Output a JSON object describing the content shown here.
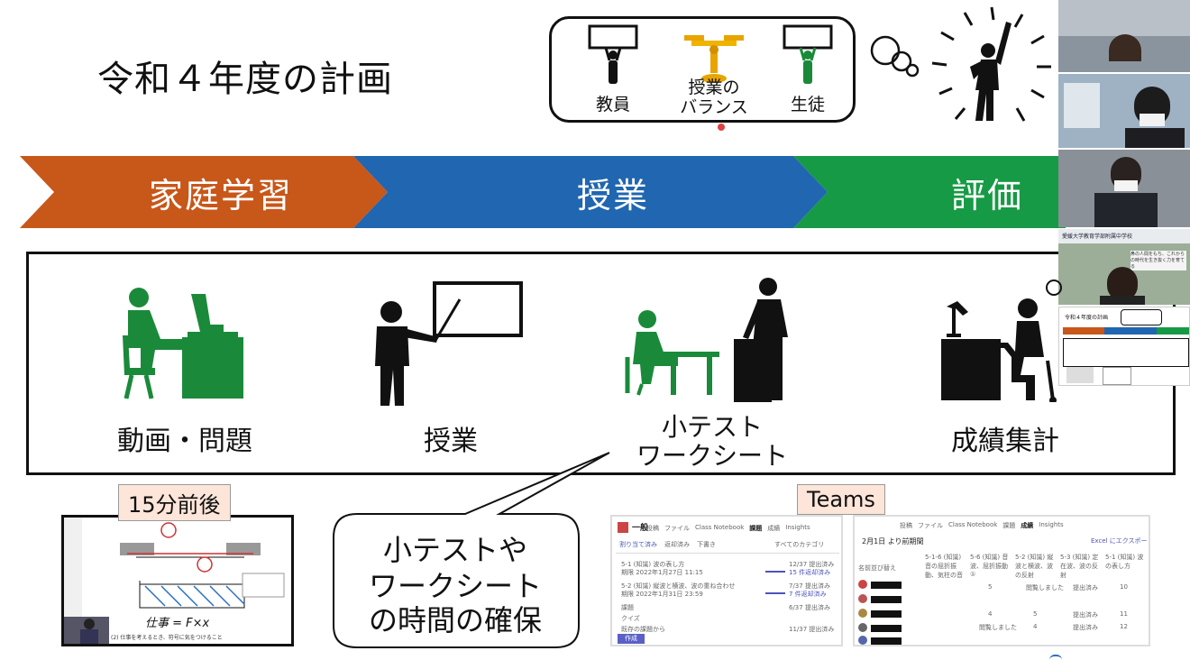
{
  "slide": {
    "title": "令和４年度の計画",
    "balance": {
      "teacher_label": "教員",
      "balance_label_line1": "授業の",
      "balance_label_line2": "バランス",
      "student_label": "生徒"
    },
    "phases": [
      {
        "label": "家庭学習",
        "color": "#c8571a"
      },
      {
        "label": "授業",
        "color": "#2066b0"
      },
      {
        "label": "評価",
        "color": "#179a45"
      }
    ],
    "activities": {
      "video": "動画・問題",
      "lesson": "授業",
      "test_line1": "小テスト",
      "test_line2": "ワークシート",
      "grades": "成績集計"
    },
    "tags": {
      "minutes": "15分前後",
      "teams": "Teams"
    },
    "callout": {
      "line1": "小テストや",
      "line2": "ワークシート",
      "line3": "の時間の確保"
    },
    "worksheet": {
      "equation": "仕事 = F×x",
      "caption": "(2) 仕事を考えるとき、符号に気をつけること"
    },
    "teams_left": {
      "channel": "一般",
      "tabs": [
        "投稿",
        "ファイル",
        "Class Notebook",
        "課題",
        "成績",
        "Insights"
      ],
      "subtabs": [
        "割り当て済み",
        "返却済み",
        "下書き"
      ],
      "filter": "すべてのカテゴリ",
      "rows": [
        {
          "title": "5-1 (知識) 波の表し方",
          "date": "期限 2022年1月27日 11:15",
          "count": "12/37 提出済み",
          "status": "15 件返却済み"
        },
        {
          "title": "5-2 (知識) 縦波と横波、波の重ね合わせ",
          "date": "期限 2022年1月31日 23:59",
          "count": "7/37 提出済み",
          "status": "7 件返却済み"
        },
        {
          "title": "課題",
          "date": "",
          "count": "6/37 提出済み",
          "status": ""
        },
        {
          "title": "クイズ",
          "date": "",
          "count": "",
          "status": ""
        },
        {
          "title": "既存の課題から",
          "date": "",
          "count": "11/37 提出済み",
          "status": ""
        }
      ],
      "create_button": "作成"
    },
    "teams_right": {
      "tabs": [
        "投稿",
        "ファイル",
        "Class Notebook",
        "課題",
        "成績",
        "Insights"
      ],
      "period": "2月1日 より前期間",
      "export": "Excel にエクスポート",
      "columns": [
        "5-1-6 (知識) 音の屈折振動、気柱の音",
        "5-6 (知識) 音波、屈折振動①",
        "5-2 (知識) 縦波と横波、波の反射",
        "5-3 (知識) 定在波、波の反射",
        "5-1 (知識) 波の表し方"
      ],
      "header": "名前並び替え",
      "cells": [
        "5",
        "閲覧しました",
        "提出済み",
        "10",
        "4",
        "5",
        "提出済み",
        "11",
        "閲覧しました",
        "4",
        "提出済み",
        "12"
      ]
    },
    "participants": {
      "school_name": "愛媛大学教育学部附属中学校",
      "school_caption": "鼻の人間をもち、これからの時代を生き抜く力を育てる",
      "mini_title": "令和４年度の計画"
    }
  }
}
